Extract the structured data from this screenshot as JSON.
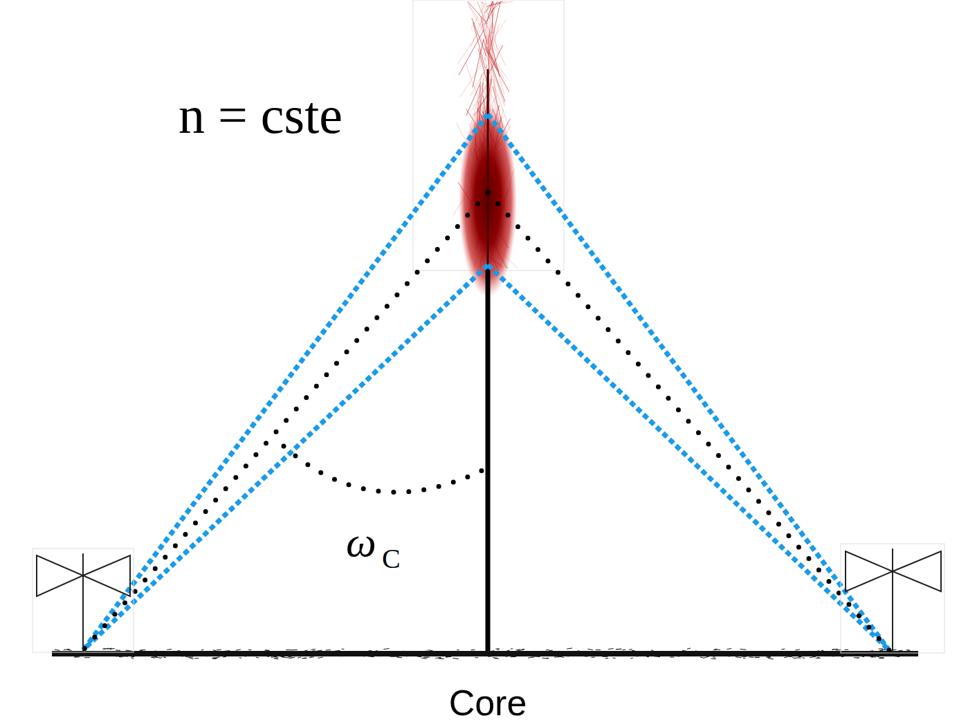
{
  "diagram": {
    "labels": [
      "n = cste",
      "ω",
      "C",
      "Core"
    ]
  }
}
